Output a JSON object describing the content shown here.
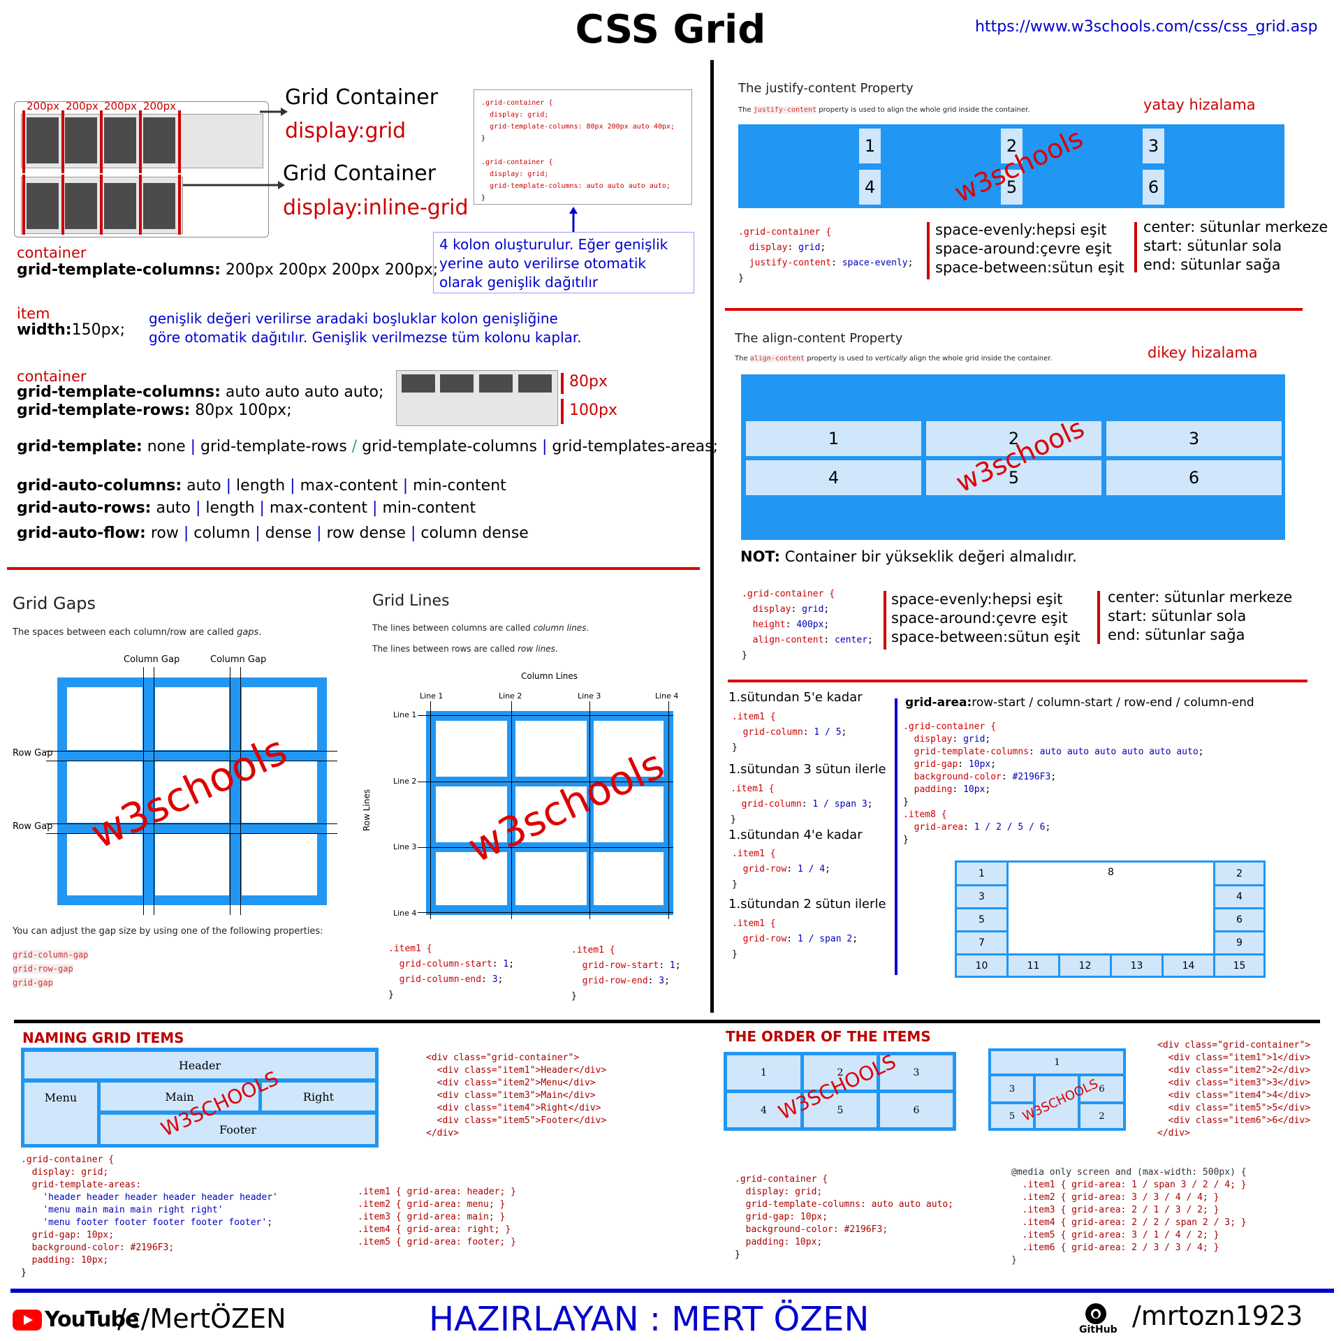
{
  "header": {
    "title": "CSS Grid",
    "url": "https://www.w3schools.com/css/css_grid.asp"
  },
  "grid_container": {
    "col_labels": [
      "200px",
      "200px",
      "200px",
      "200px"
    ],
    "label1": "Grid Container",
    "display1": "display:grid",
    "label2": "Grid Container",
    "display2": "display:inline-grid",
    "code_line1": ".grid-container {",
    "code_line2": "  display: grid;",
    "code_line3": "  grid-template-columns: 80px 200px auto 40px;",
    "code_line4": "}",
    "code_line5": ".grid-container {",
    "code_line6": "  display: grid;",
    "code_line7": "  grid-template-columns: auto auto auto auto;",
    "code_line8": "}",
    "note": "4 kolon oluşturulur. Eğer genişlik yerine auto verilirse otomatik olarak genişlik dağıtılır",
    "container_label": "container",
    "gtc_prop": "grid-template-columns:",
    "gtc_val": " 200px 200px 200px 200px;"
  },
  "item": {
    "label": "item",
    "prop": "width:",
    "val": "150px;",
    "note_line1": "genişlik değeri verilirse aradaki boşluklar kolon genişliğine",
    "note_line2": "göre otomatik dağıtılır. Genişlik verilmezse tüm kolonu kaplar."
  },
  "container2": {
    "label": "container",
    "cols_prop": "grid-template-columns:",
    "cols_val": " auto auto auto auto;",
    "rows_prop": "grid-template-rows:",
    "rows_val": " 80px 100px;",
    "h1": "80px",
    "h2": "100px"
  },
  "props": {
    "gt_prop": "grid-template:",
    "gt_v1": " none ",
    "gt_v2": " grid-template-rows ",
    "gt_slash": "/",
    "gt_v3": " grid-template-columns ",
    "gt_v4": " grid-templates-areas;",
    "gac_prop": "grid-auto-columns:",
    "gar_prop": "grid-auto-rows:",
    "auto": " auto ",
    "length": " length ",
    "max": " max-content ",
    "min": " min-content",
    "gaf_prop": "grid-auto-flow:",
    "row": " row ",
    "column": " column ",
    "dense": " dense ",
    "row_dense": " row dense ",
    "column_dense": " column dense",
    "pipe": "|"
  },
  "gaps": {
    "title": "Grid Gaps",
    "desc_pre": "The spaces between each column/row are called ",
    "desc_em": "gaps",
    "desc_post": ".",
    "col_gap": "Column Gap",
    "row_gap": "Row Gap",
    "watermark": "w3schools",
    "adjust": "You can adjust the gap size by using one of the following properties:",
    "props": [
      "grid-column-gap",
      "grid-row-gap",
      "grid-gap"
    ]
  },
  "lines": {
    "title": "Grid Lines",
    "desc1_pre": "The lines between columns are called ",
    "desc1_em": "column lines",
    "desc2_pre": "The lines between rows are called ",
    "desc2_em": "row lines",
    "dot": ".",
    "column_lines": "Column Lines",
    "row_lines": "Row Lines",
    "col_line_labels": [
      "Line 1",
      "Line 2",
      "Line 3",
      "Line 4"
    ],
    "row_line_labels": [
      "Line 1",
      "Line 2",
      "Line 3",
      "Line 4"
    ],
    "watermark": "w3schools",
    "code1_sel": ".item1 {",
    "code1_l1p": "grid-column-start",
    "code1_l1v": "1",
    "code1_l2p": "grid-column-end",
    "code1_l2v": "3",
    "code2_sel": ".item1 {",
    "code2_l1p": "grid-row-start",
    "code2_l1v": "1",
    "code2_l2p": "grid-row-end",
    "code2_l2v": "3",
    "close": "}"
  },
  "justify": {
    "title": "The justify-content Property",
    "desc_pre": "The ",
    "desc_code": "justify-content",
    "desc_post": " property is used to align the whole grid inside the container.",
    "tag": "yatay hizalama",
    "cells": [
      "1",
      "2",
      "3",
      "4",
      "5",
      "6"
    ],
    "watermark": "w3schools",
    "code_sel": ".grid-container {",
    "code_display_p": "display",
    "code_display_v": "grid",
    "code_jc_p": "justify-content",
    "code_jc_v": "space-evenly",
    "close": "}",
    "opts1": [
      "space-evenly:hepsi eşit",
      "space-around:çevre eşit",
      "space-between:sütun eşit"
    ],
    "opts2": [
      "center: sütunlar merkeze",
      "start: sütunlar sola",
      "end: sütunlar sağa"
    ]
  },
  "align": {
    "title": "The align-content Property",
    "desc_pre": "The ",
    "desc_code": "align-content",
    "desc_mid": " property is used to ",
    "desc_em": "vertically",
    "desc_post": " align the whole grid inside the container.",
    "tag": "dikey hizalama",
    "cells": [
      "1",
      "2",
      "3",
      "4",
      "5",
      "6"
    ],
    "watermark": "w3schools",
    "note_bold": "NOT:",
    "note_text": " Container bir yükseklik değeri almalıdır.",
    "code_sel": ".grid-container {",
    "code_display_p": "display",
    "code_display_v": "grid",
    "code_height_p": "height",
    "code_height_v": "400px",
    "code_ac_p": "align-content",
    "code_ac_v": "center",
    "close": "}",
    "opts1": [
      "space-evenly:hepsi eşit",
      "space-around:çevre eşit",
      "space-between:sütun eşit"
    ],
    "opts2": [
      "center: sütunlar merkeze",
      "start: sütunlar sola",
      "end: sütunlar sağa"
    ]
  },
  "placement": {
    "t1": "1.sütundan 5'e kadar",
    "c1_sel": ".item1 {",
    "c1_p": "grid-column",
    "c1_v": "1 / 5",
    "t2": "1.sütundan 3 sütun ilerle",
    "c2_sel": ".item1 {",
    "c2_p": "grid-column",
    "c2_v": "1 / span 3",
    "t3": "1.sütundan 4'e kadar",
    "c3_sel": ".item1 {",
    "c3_p": "grid-row",
    "c3_v": "1 / 4",
    "t4": "1.sütundan 2 sütun ilerle",
    "c4_sel": ".item1 {",
    "c4_p": "grid-row",
    "c4_v": "1 / span 2",
    "close": "}",
    "ga_prop": "grid-area:",
    "ga_val": "row-start / column-start / row-end / column-end",
    "gc_sel": ".grid-container {",
    "gc_display_p": "display",
    "gc_display_v": "grid",
    "gc_gtc_p": "grid-template-columns",
    "gc_gtc_v": "auto auto auto auto auto auto",
    "gc_gap_p": "grid-gap",
    "gc_gap_v": "10px",
    "gc_bg_p": "background-color",
    "gc_bg_v": "#2196F3",
    "gc_pad_p": "padding",
    "gc_pad_v": "10px",
    "i8_sel": ".item8 {",
    "i8_p": "grid-area",
    "i8_v": "1 / 2 / 5 / 6",
    "cells": [
      "1",
      "8",
      "2",
      "3",
      "4",
      "5",
      "6",
      "7",
      "9",
      "10",
      "11",
      "12",
      "13",
      "14",
      "15"
    ]
  },
  "naming": {
    "title": "NAMING GRID ITEMS",
    "header": "Header",
    "menu": "Menu",
    "main": "Main",
    "right": "Right",
    "footer": "Footer",
    "watermark": "W3SCHOOLS",
    "html_lines": [
      "<div class=\"grid-container\">",
      "  <div class=\"item1\">Header</div>",
      "  <div class=\"item2\">Menu</div>",
      "  <div class=\"item3\">Main</div>",
      "  <div class=\"item4\">Right</div>",
      "  <div class=\"item5\">Footer</div>",
      "</div>"
    ],
    "css_lines": [
      ".grid-container {",
      "  display: grid;",
      "  grid-template-areas:",
      "    'header header header header header header'",
      "    'menu main main main right right'",
      "    'menu footer footer footer footer footer';",
      "  grid-gap: 10px;",
      "  background-color: #2196F3;",
      "  padding: 10px;",
      "}"
    ],
    "item_lines": [
      ".item1 { grid-area: header; }",
      ".item2 { grid-area: menu; }",
      ".item3 { grid-area: main; }",
      ".item4 { grid-area: right; }",
      ".item5 { grid-area: footer; }"
    ]
  },
  "order": {
    "title": "THE ORDER OF THE ITEMS",
    "cells": [
      "1",
      "2",
      "3",
      "4",
      "5",
      "6"
    ],
    "cells2": [
      "1",
      "3",
      "6",
      "5",
      "2"
    ],
    "watermark": "W3SCHOOLS",
    "html_lines": [
      "<div class=\"grid-container\">",
      "  <div class=\"item1\">1</div>",
      "  <div class=\"item2\">2</div>",
      "  <div class=\"item3\">3</div>",
      "  <div class=\"item4\">4</div>",
      "  <div class=\"item5\">5</div>",
      "  <div class=\"item6\">6</div>",
      "</div>"
    ],
    "css_lines": [
      ".grid-container {",
      "  display: grid;",
      "  grid-template-columns: auto auto auto;",
      "  grid-gap: 10px;",
      "  background-color: #2196F3;",
      "  padding: 10px;",
      "}"
    ],
    "media_lines": [
      "@media only screen and (max-width: 500px) {",
      "  .item1 { grid-area: 1 / span 3 / 2 / 4; }",
      "  .item2 { grid-area: 3 / 3 / 4 / 4; }",
      "  .item3 { grid-area: 2 / 1 / 3 / 2; }",
      "  .item4 { grid-area: 2 / 2 / span 2 / 3; }",
      "  .item5 { grid-area: 3 / 1 / 4 / 2; }",
      "  .item6 { grid-area: 2 / 3 / 3 / 4; }",
      "}"
    ]
  },
  "footer": {
    "youtube_word": "YouTube",
    "youtube_handle": "/c/MertÖZEN",
    "author": "HAZIRLAYAN : MERT ÖZEN",
    "github_word": "GitHub",
    "github_handle": "/mrtozn1923"
  },
  "colors": {
    "grid_blue": "#2196F3",
    "cell_light": "#cfe6fb",
    "accent_red": "#cc0000",
    "accent_blue": "#0000cc"
  }
}
